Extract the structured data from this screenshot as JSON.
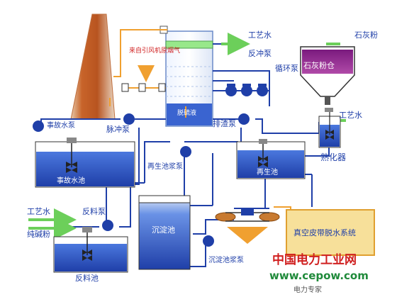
{
  "labels": {
    "process_water_top": "工艺水",
    "backflush_pump": "反冲泵",
    "circulation_pump": "循环泵",
    "limestone_powder": "石灰粉",
    "lime_silo": "石灰粉仓",
    "process_water_right": "工艺水",
    "slaker": "熟化器",
    "flue_gas_inlet": "来自引风机原烟气",
    "accident_pump": "事故水泵",
    "pulse_pump": "脉冲泵",
    "discharge_pump": "排渣泵",
    "regeneration_pump": "再生池浆泵",
    "accident_pool": "事故水池",
    "regeneration_pool": "再生池",
    "settling_pool": "沉淀池",
    "settling_pump": "沉淀池浆泵",
    "belt_filter_system": "真空皮带脱水系统",
    "process_water_left": "工艺水",
    "soda_ash": "纯碱粉",
    "feed_pump": "反料泵",
    "feed_pool": "反料池",
    "tower_sump": "脱硫液"
  },
  "watermark": {
    "site_name": "中国电力工业网",
    "site_url": "www.cepow.com",
    "handle": "电力专家"
  },
  "colors": {
    "water_blue": "#1f3fa8",
    "pipe_orange": "#f0a030",
    "chimney": "#c8642a",
    "tank_fill": "#3a64d0",
    "arrow_green": "#6ccf5a",
    "accent_red": "#d02020"
  }
}
